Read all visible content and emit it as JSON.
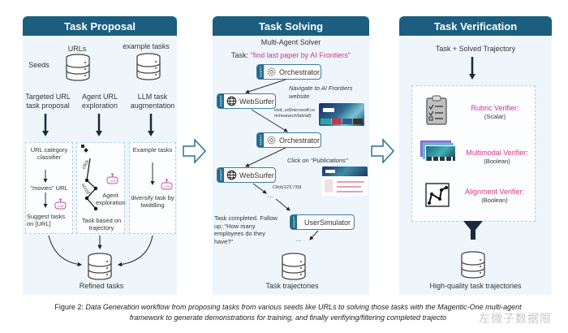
{
  "panels": {
    "proposal": {
      "title": "Task Proposal",
      "seeds_label": "Seeds",
      "urls_label": "URLs",
      "example_tasks_label": "example tasks",
      "methods": [
        {
          "label": "Targeted URL task proposal"
        },
        {
          "label": "Agent URL exploration"
        },
        {
          "label": "LLM task augmentation"
        }
      ],
      "box1": {
        "step1": "URL category classifier",
        "step2": "\"movies\" URL",
        "step3": "Suggest tasks on [URL]"
      },
      "box2": {
        "edge1": "click",
        "edge2": "scroll",
        "label1": "Agent exploration",
        "label2": "Task based on trajectory"
      },
      "box3": {
        "step1": "Example tasks",
        "step2": "diversify task by twiddling"
      },
      "llm_badge": "LLM",
      "output_label": "Refined tasks"
    },
    "solving": {
      "title": "Task Solving",
      "subtitle": "Multi-Agent Solver",
      "task_prefix": "Task:",
      "task_text": "\"find last paper by AI Frontiers\"",
      "agent_tag": "AGENT",
      "nodes": {
        "orchestrator1": "Orchestrator",
        "websurfer1": "WebSurfer",
        "orchestrator2": "Orchestrator",
        "websurfer2": "WebSurfer",
        "usersim": "UserSimulator"
      },
      "annotations": {
        "navigate": "Navigate to AI Frontiers website",
        "visit_url": "visit_url(microsoft.com/research/lab/aif)",
        "click_pub": "Click on \"Publications\"",
        "click_coords": "Click(123,730)",
        "ellipsis": "...",
        "completed": "Task completed. Follow up: \"How many employees do they have?\""
      },
      "output_label": "Task trajectories"
    },
    "verification": {
      "title": "Task Verification",
      "input_label": "Task + Solved Trajectory",
      "verifiers": [
        {
          "name": "Rubric Verifier:",
          "type": "(Scalar)",
          "icon": "clipboard-checklist"
        },
        {
          "name": "Multimodal Verifier:",
          "type": "(Boolean)",
          "icon": "screenshots"
        },
        {
          "name": "Alignment Verifier:",
          "type": "(Boolean)",
          "icon": "trajectory-graph"
        }
      ],
      "output_label": "High-quality task trajectories"
    }
  },
  "caption": {
    "prefix": "Figure 2:",
    "line1": "Data Generation workflow from proposing tasks from various seeds like URLs to solving those tasks with the Magentic-One multi-agent",
    "line2": "framework to generate demonstrations for training, and finally verifiying/filtering completed trajecto"
  },
  "watermark": "左微子数据限",
  "colors": {
    "header": "#1b5e80",
    "panel_bg": "#eef6fc",
    "accent_pink": "#d6338a",
    "arrow_outline": "#2a6f95"
  }
}
